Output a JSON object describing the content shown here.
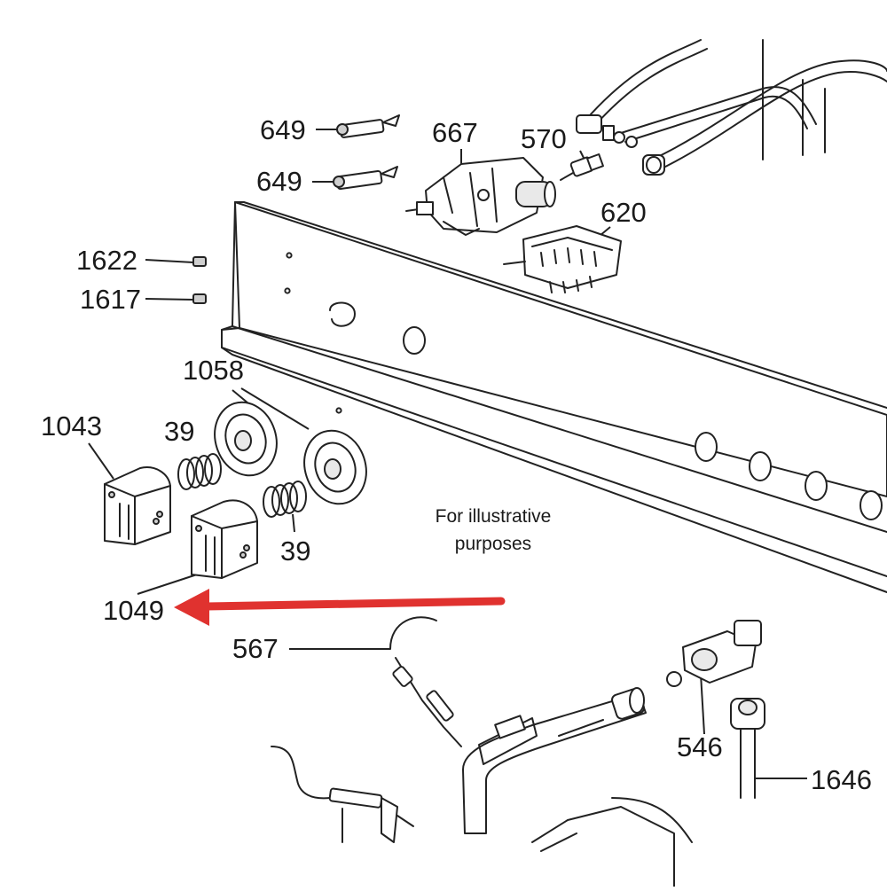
{
  "note": {
    "line1": "For illustrative",
    "line2": "purposes"
  },
  "highlight": {
    "arrow_color": "#e0322f",
    "target_part": "1049"
  },
  "labels": {
    "p649a": "649",
    "p649b": "649",
    "p667": "667",
    "p570": "570",
    "p620": "620",
    "p1622": "1622",
    "p1617": "1617",
    "p1058": "1058",
    "p1043": "1043",
    "p39a": "39",
    "p39b": "39",
    "p1049": "1049",
    "p567": "567",
    "p546": "546",
    "p1646": "1646"
  }
}
